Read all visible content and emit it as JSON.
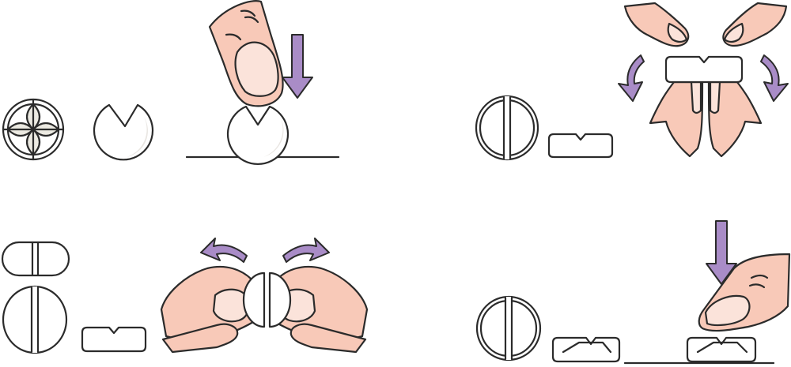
{
  "colors": {
    "outline": "#2b2b2b",
    "skin": "#f8c9b8",
    "nail": "#fbe3da",
    "arrow": "#a98cc7",
    "pill": "#ffffff",
    "shadow": "#e9e6e2",
    "scored_face": "#eceae2"
  },
  "panels": [
    {
      "name": "panel-round-tablet-press",
      "icons": [
        "quadrisected-tablet-icon",
        "notched-tablet-icon",
        "finger-press-icon",
        "down-arrow-icon"
      ]
    },
    {
      "name": "panel-oblong-tablet-bend",
      "icons": [
        "bisected-tablet-icon",
        "notched-oblong-tablet-icon",
        "two-hands-bend-icon",
        "curved-arrow-icon"
      ]
    },
    {
      "name": "panel-tablet-two-hands",
      "icons": [
        "capsule-tablet-icon",
        "bisected-tablet-icon",
        "notched-oblong-tablet-icon",
        "two-hands-snap-icon",
        "curved-arrow-icon"
      ]
    },
    {
      "name": "panel-oblong-tablet-press",
      "icons": [
        "bisected-tablet-icon",
        "notched-oblong-tablet-icon",
        "finger-press-icon",
        "down-arrow-icon"
      ]
    }
  ]
}
